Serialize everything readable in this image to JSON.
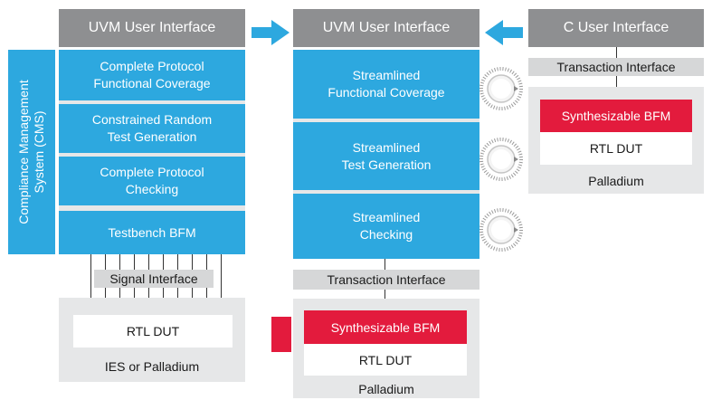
{
  "left": {
    "header": "UVM User Interface",
    "blocks": [
      "Complete Protocol\nFunctional Coverage",
      "Constrained Random\nTest Generation",
      "Complete Protocol\nChecking",
      "Testbench BFM"
    ],
    "cms_label": "Compliance Management\nSystem (CMS)",
    "signal_interface": "Signal Interface",
    "dut": "RTL DUT",
    "platform": "IES or Palladium"
  },
  "middle": {
    "header": "UVM User Interface",
    "blocks": [
      "Streamlined\nFunctional Coverage",
      "Streamlined\nTest Generation",
      "Streamlined\nChecking"
    ],
    "transaction_interface": "Transaction Interface",
    "bfm": "Synthesizable BFM",
    "dut": "RTL DUT",
    "platform": "Palladium"
  },
  "right": {
    "header": "C User Interface",
    "transaction_interface": "Transaction Interface",
    "bfm": "Synthesizable BFM",
    "dut": "RTL DUT",
    "platform": "Palladium"
  },
  "colors": {
    "blue": "#2da8df",
    "header_gray": "#8e8f91",
    "light_gray": "#e6e7e8",
    "red": "#e31b3d"
  }
}
